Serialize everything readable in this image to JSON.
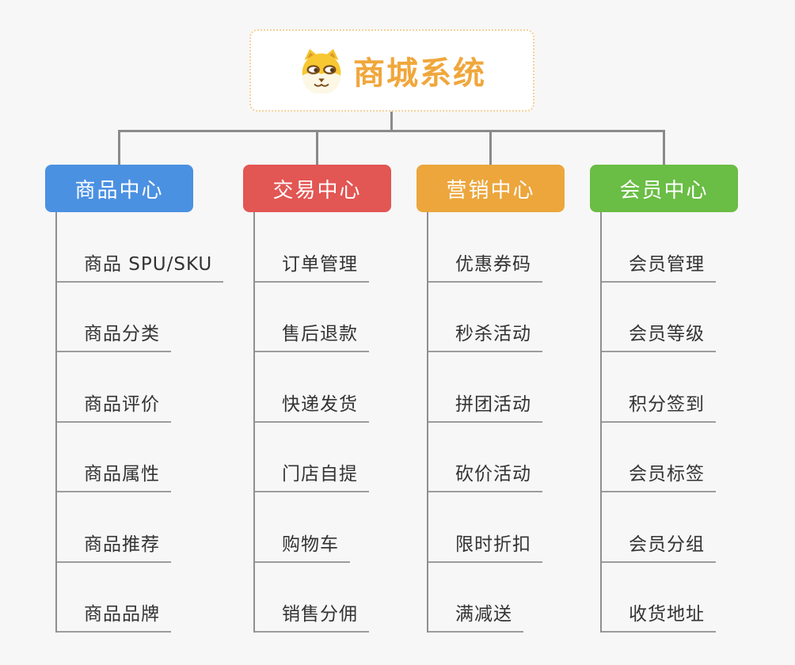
{
  "background": "#f7f7f7",
  "connector_color": "#8a8a8a",
  "root": {
    "title": "商城系统",
    "icon": "dog-face-icon",
    "text_color": "#f0a73c",
    "border_color": "#f5d09b"
  },
  "branches": [
    {
      "id": "product-center",
      "label": "商品中心",
      "color": "#4b91e2",
      "children": [
        "商品 SPU/SKU",
        "商品分类",
        "商品评价",
        "商品属性",
        "商品推荐",
        "商品品牌"
      ]
    },
    {
      "id": "trade-center",
      "label": "交易中心",
      "color": "#e25653",
      "children": [
        "订单管理",
        "售后退款",
        "快递发货",
        "门店自提",
        "购物车",
        "销售分佣"
      ]
    },
    {
      "id": "marketing-center",
      "label": "营销中心",
      "color": "#eca63c",
      "children": [
        "优惠券码",
        "秒杀活动",
        "拼团活动",
        "砍价活动",
        "限时折扣",
        "满减送"
      ]
    },
    {
      "id": "member-center",
      "label": "会员中心",
      "color": "#6abd45",
      "children": [
        "会员管理",
        "会员等级",
        "积分签到",
        "会员标签",
        "会员分组",
        "收货地址"
      ]
    }
  ]
}
